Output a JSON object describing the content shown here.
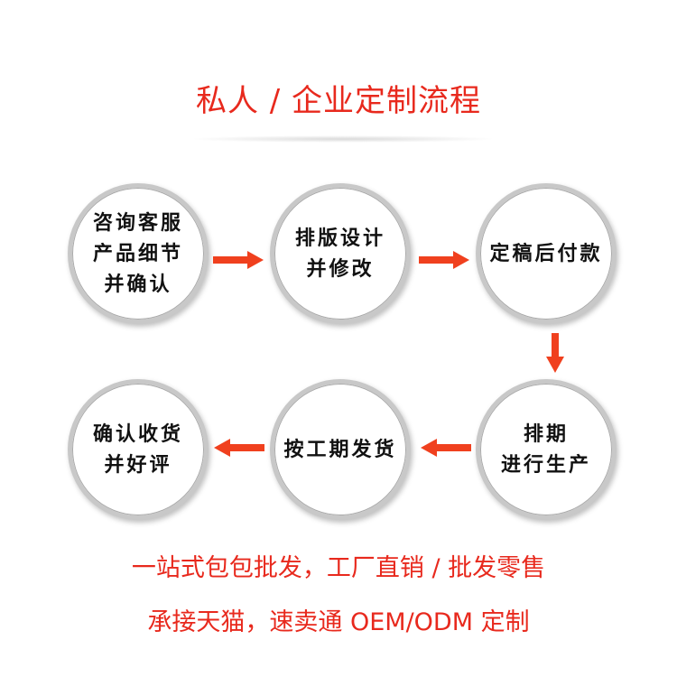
{
  "title": "私人 / 企业定制流程",
  "steps": [
    {
      "lines": [
        "咨询客服",
        "产品细节",
        "并确认"
      ]
    },
    {
      "lines": [
        "排版设计",
        "并修改"
      ]
    },
    {
      "lines": [
        "定稿后付款"
      ]
    },
    {
      "lines": [
        "排期",
        "进行生产"
      ]
    },
    {
      "lines": [
        "按工期发货"
      ]
    },
    {
      "lines": [
        "确认收货",
        "并好评"
      ]
    }
  ],
  "footer": {
    "line1": "一站式包包批发，工厂直销 / 批发零售",
    "line2": "承接天猫，速卖通 OEM/ODM 定制"
  },
  "colors": {
    "accent": "#e8291d",
    "arrow": "#f0401e",
    "text": "#111111",
    "circle_border": "#c8c8c8"
  }
}
